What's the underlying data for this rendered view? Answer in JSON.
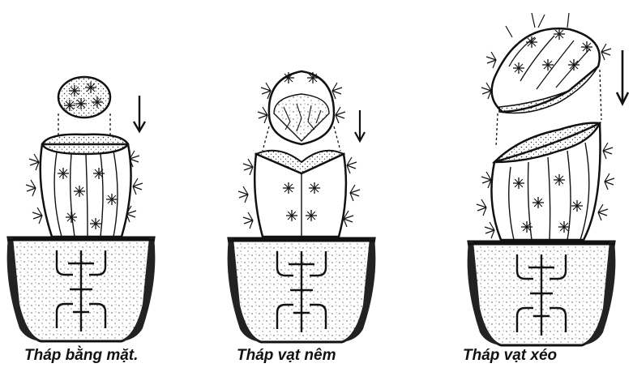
{
  "figures": [
    {
      "caption": "Tháp bằng mặt."
    },
    {
      "caption": "Tháp vạt nêm"
    },
    {
      "caption": "Tháp vạt xéo"
    }
  ],
  "colors": {
    "ink": "#111111",
    "paper": "#ffffff",
    "shade": "#555555"
  }
}
